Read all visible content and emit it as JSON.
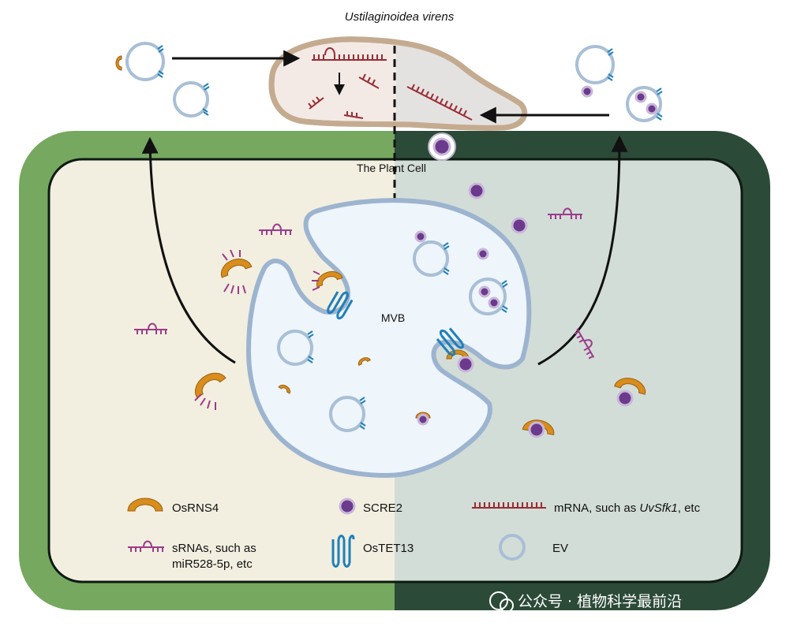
{
  "title": "Ustilaginoidea virens",
  "cell_label": "The Plant Cell",
  "mvb_label": "MVB",
  "legend": {
    "osrns4": "OsRNS4",
    "scre2": "SCRE2",
    "mrna_prefix": "mRNA, such as ",
    "mrna_gene": "UvSfk1",
    "mrna_suffix": ", etc",
    "srna_line1": "sRNAs, such as",
    "srna_line2": "miR528-5p, etc",
    "ostet13": "OsTET13",
    "ev": "EV"
  },
  "watermark": "公众号 · 植物科学最前沿",
  "colors": {
    "wall_left": "#76a85f",
    "wall_right": "#2c4a38",
    "cyto_left": "#f2efe0",
    "cyto_right": "#d3ddd7",
    "mvb_fill": "#eef5fb",
    "mvb_edge": "#9cb4cf",
    "osrns4": "#d98d1c",
    "scre2": "#6b3a8c",
    "srna": "#9c3b8b",
    "mrna": "#9a2c34",
    "ostet13": "#1f7fba",
    "ev_edge": "#a8bfd6"
  }
}
